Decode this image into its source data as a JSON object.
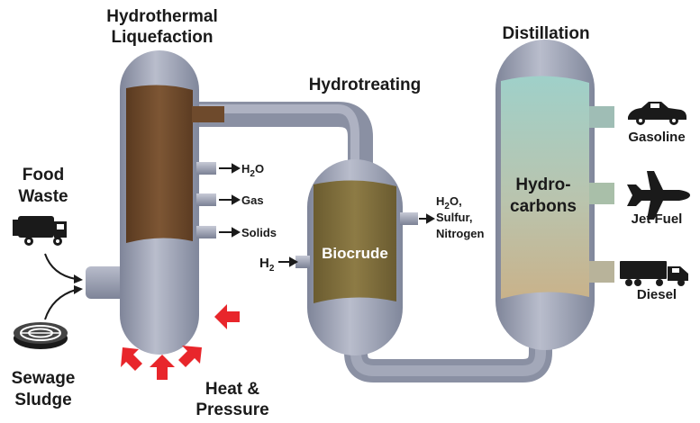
{
  "stages": {
    "htl": {
      "title_line1": "Hydrothermal",
      "title_line2": "Liquefaction"
    },
    "hydrotreating": {
      "title": "Hydrotreating"
    },
    "distillation": {
      "title": "Distillation"
    }
  },
  "inputs": {
    "food_waste": {
      "line1": "Food",
      "line2": "Waste"
    },
    "sewage_sludge": {
      "line1": "Sewage",
      "line2": "Sludge"
    },
    "heat_pressure": {
      "line1": "Heat &",
      "line2": "Pressure"
    },
    "hydrogen": {
      "main": "H",
      "sub": "2"
    }
  },
  "htl_outputs": [
    {
      "main": "H",
      "sub": "2",
      "tail": "O"
    },
    {
      "main": "Gas",
      "sub": "",
      "tail": ""
    },
    {
      "main": "Solids",
      "sub": "",
      "tail": ""
    }
  ],
  "hydrotreating_outputs": {
    "line1_main": "H",
    "line1_sub": "2",
    "line1_tail": "O,",
    "line2": "Sulfur,",
    "line3": "Nitrogen"
  },
  "contents": {
    "biocrude": "Biocrude",
    "hydrocarbons_line1": "Hydro-",
    "hydrocarbons_line2": "carbons"
  },
  "products": [
    {
      "label": "Gasoline",
      "icon": "car-icon"
    },
    {
      "label": "Jet Fuel",
      "icon": "airplane-icon"
    },
    {
      "label": "Diesel",
      "icon": "truck-icon"
    }
  ],
  "colors": {
    "vessel": "#9aa0b3",
    "biocrude_brown": "#6e4a2c",
    "biocrude_olive": "#7a6a3a",
    "heat_arrow": "#e8262b"
  }
}
